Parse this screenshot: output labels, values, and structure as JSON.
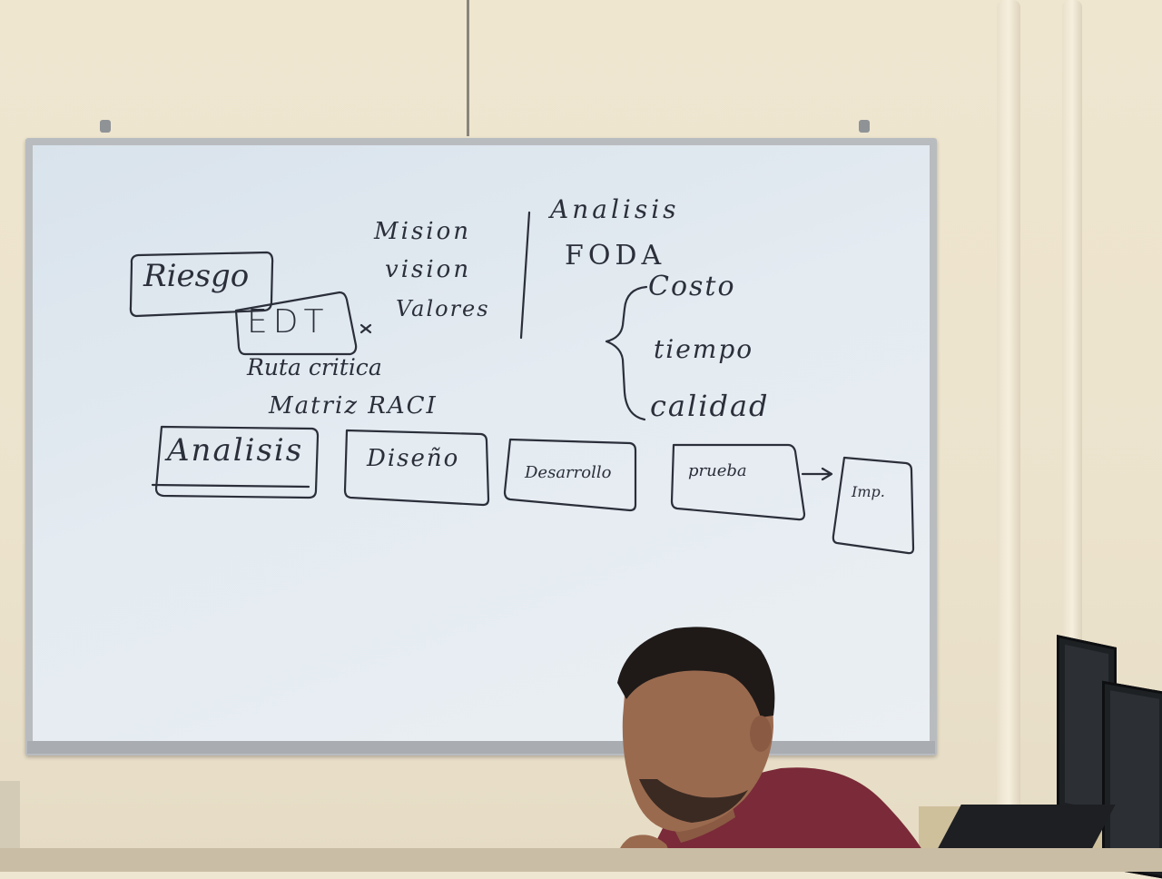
{
  "whiteboard": {
    "left_notes": {
      "riesgo": "Riesgo",
      "edt": "EDT",
      "ruta_critica": "Ruta critica",
      "matriz_raci": "Matriz RACI"
    },
    "middle_notes": {
      "mision": "Mision",
      "vision": "vision",
      "valores": "Valores"
    },
    "right_notes": {
      "analisis": "Analisis",
      "foda": "FODA",
      "costo": "Costo",
      "tiempo": "tiempo",
      "calidad": "calidad"
    },
    "phases": [
      "Analisis",
      "Diseño",
      "Desarrollo",
      "prueba",
      "Imp."
    ]
  },
  "colors": {
    "marker_ink": "#2b2f3a",
    "board": "#e4ebf1",
    "wall": "#efe6d1",
    "shirt": "#7a2a38"
  }
}
